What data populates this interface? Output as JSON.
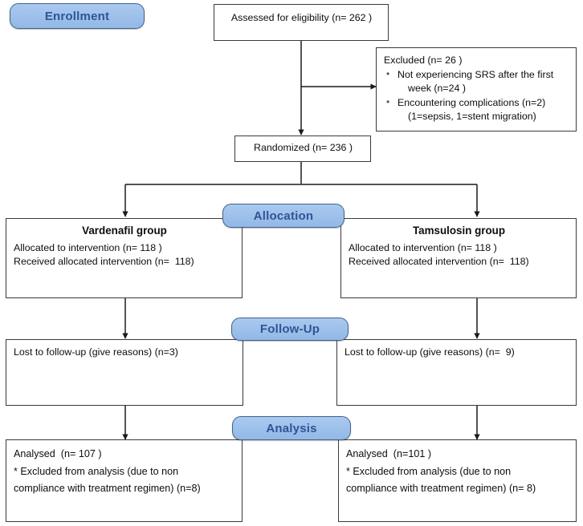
{
  "diagram": {
    "type": "consort-flow-diagram",
    "accent_badge_fill": "#9DC3E6",
    "accent_badge_border": "#41628C",
    "accent_badge_text": "#2F5496",
    "box_border": "#3A3A3A",
    "box_fill": "#FFFFFF",
    "text_color": "#0D0D0D"
  },
  "stages": {
    "enrollment": "Enrollment",
    "allocation": "Allocation",
    "followup": "Follow-Up",
    "analysis": "Analysis"
  },
  "nodes": {
    "assessed": {
      "text": "Assessed for eligibility (n= 262 )"
    },
    "excluded": {
      "heading": "Excluded (n= 26 )",
      "bullet_glyph": "•",
      "items": [
        {
          "line1": "Not experiencing SRS after the first",
          "line2": "week (n=24  )"
        },
        {
          "line1": "Encountering complications (n=2)",
          "line2": "(1=sepsis, 1=stent migration)"
        }
      ]
    },
    "randomized": {
      "text": "Randomized (n= 236 )"
    },
    "alloc_left": {
      "title": "Vardenafil group",
      "line1": "Allocated to intervention (n= 118 )",
      "line2": "Received allocated intervention (n=  118)"
    },
    "alloc_right": {
      "title": "Tamsulosin group",
      "line1": "Allocated to intervention (n= 118 )",
      "line2": "Received allocated intervention (n=  118)"
    },
    "followup_left": {
      "line1": "Lost to follow-up (give reasons) (n=3)"
    },
    "followup_right": {
      "line1": "Lost to follow-up (give reasons) (n=  9)"
    },
    "analysis_left": {
      "line1": "Analysed  (n= 107 )",
      "star": "*",
      "line2": "Excluded from analysis (due to non",
      "line3": "compliance with treatment regimen) (n=8)"
    },
    "analysis_right": {
      "line1": "Analysed  (n=101 )",
      "star": "*",
      "line2": "Excluded from analysis (due to non",
      "line3": "compliance with treatment regimen) (n= 8)"
    }
  }
}
